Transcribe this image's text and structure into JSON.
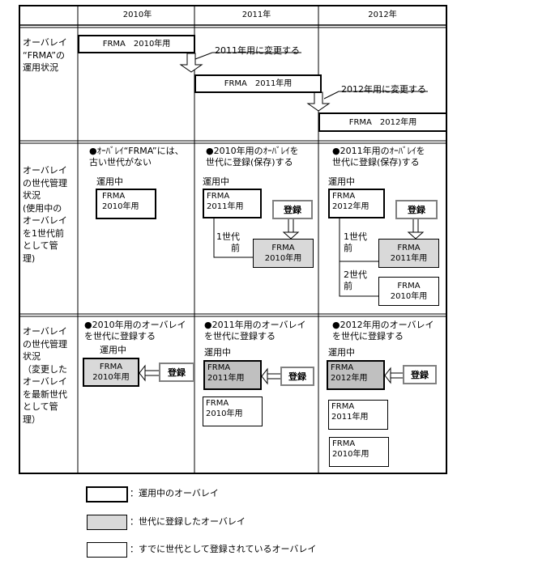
{
  "headers": [
    "2010年",
    "2011年",
    "2012年"
  ],
  "rows": {
    "status_label": "オーバレイ\n“FRMA”の\n運用状況",
    "gen_keep_label": "オーバレイ\nの世代管理\n状況\n(使用中の\nオーバレイ\nを1世代前\nとして管\n理)",
    "gen_latest_label": "オーバレイ\nの世代管理\n状況\n（変更した\nオーバレイ\nを最新世代\nとして管\n理）"
  },
  "status": {
    "box_2010": "FRMA　2010年用",
    "box_2011": "FRMA　2011年用",
    "box_2012": "FRMA　2012年用",
    "change_2011": "2011年用に変更する",
    "change_2012": "2012年用に変更する"
  },
  "keep": {
    "note_2010": "●ｵｰﾊﾞﾚｲ“FRMA”には、\n古い世代がない",
    "note_2011": "●2010年用のｵｰﾊﾞﾚｲを\n世代に登録(保存)する",
    "note_2012": "●2011年用のｵｰﾊﾞﾚｲを\n世代に登録(保存)する",
    "in_use": "運用中",
    "register": "登録",
    "gen1": "1世代\n前",
    "gen2": "2世代\n前",
    "frma_2010": "FRMA\n2010年用",
    "frma_2011": "FRMA\n2011年用",
    "frma_2012": "FRMA\n2012年用"
  },
  "latest": {
    "note_2010": "●2010年用のオーバレイ\nを世代に登録する",
    "note_2011": "●2011年用のオーバレイ\nを世代に登録する",
    "note_2012": "●2012年用のオーバレイ\nを世代に登録する",
    "in_use": "運用中",
    "register": "登録",
    "frma_2010": "FRMA\n2010年用",
    "frma_2011": "FRMA\n2011年用",
    "frma_2012": "FRMA\n2012年用"
  },
  "legend": {
    "in_use": "：運用中のオーバレイ",
    "registered": "：世代に登録したオーバレイ",
    "existing": "：すでに世代として登録されているオーバレイ"
  },
  "colors": {
    "gray_light": "#d9d9d9",
    "gray_dark": "#c0c0c0",
    "button_border": "#808080"
  }
}
